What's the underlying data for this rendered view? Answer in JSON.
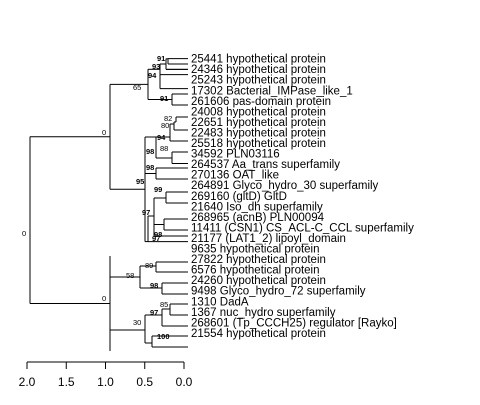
{
  "tree": {
    "leaves": [
      "25441 hypothetical protein",
      "24346 hypothetical protein",
      "25243 hypothetical protein",
      "17302 Bacterial_IMPase_like_1",
      "261606 pas-domain protein",
      "24008 hypothetical protein",
      "22651 hypothetical protein",
      "22483 hypothetical protein",
      "25518 hypothetical protein",
      "34592 PLN03116",
      "264537 Aa_trans superfamily",
      "270136 OAT_like",
      "264891 Glyco_hydro_30 superfamily",
      "269160 (gltD) GltD",
      "21640 Iso_dh superfamily",
      "268965 (acnB) PLN00094",
      "11411 (CSN1) CS_ACL-C_CCL superfamily",
      "21177 (LAT1_2) lipoyl_domain",
      "9635 hypothetical protein",
      "27822 hypothetical protein",
      "6576 hypothetical protein",
      "24260 hypothetical protein",
      "9498 Glyco_hydro_72 superfamily",
      "1310 DadA",
      "1367 nuc_hydro superfamily",
      "268601 (Tp_CCCH25) regulator [Rayko]",
      "21554 hypothetical protein"
    ],
    "support_values": [
      {
        "value": "0",
        "bold": false
      },
      {
        "value": "0",
        "bold": false
      },
      {
        "value": "65",
        "bold": false
      },
      {
        "value": "94",
        "bold": true
      },
      {
        "value": "93",
        "bold": true
      },
      {
        "value": "91",
        "bold": true
      },
      {
        "value": "91",
        "bold": true
      },
      {
        "value": "95",
        "bold": true
      },
      {
        "value": "98",
        "bold": true
      },
      {
        "value": "94",
        "bold": true
      },
      {
        "value": "80",
        "bold": false
      },
      {
        "value": "82",
        "bold": false
      },
      {
        "value": "88",
        "bold": false
      },
      {
        "value": "98",
        "bold": true
      },
      {
        "value": "97",
        "bold": true
      },
      {
        "value": "97",
        "bold": true
      },
      {
        "value": "99",
        "bold": true
      },
      {
        "value": "98",
        "bold": true
      },
      {
        "value": "0",
        "bold": false
      },
      {
        "value": "58",
        "bold": false
      },
      {
        "value": "89",
        "bold": false
      },
      {
        "value": "98",
        "bold": true
      },
      {
        "value": "30",
        "bold": false
      },
      {
        "value": "97",
        "bold": true
      },
      {
        "value": "85",
        "bold": false
      },
      {
        "value": "100",
        "bold": true
      }
    ]
  },
  "axis": {
    "ticks": [
      "2.0",
      "1.5",
      "1.0",
      "0.5",
      "0.0"
    ]
  }
}
